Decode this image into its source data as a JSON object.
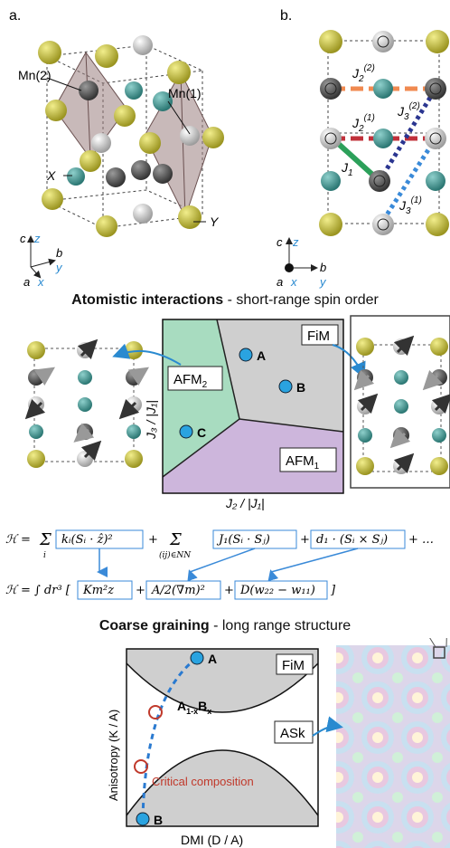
{
  "panel_a": {
    "label": "a.",
    "mn2": "Mn(2)",
    "mn1": "Mn(1)",
    "x_site": "X",
    "y_site": "Y",
    "axes": {
      "c": "c",
      "z": "z",
      "b": "b",
      "y": "y",
      "a": "a",
      "x": "x"
    }
  },
  "panel_b": {
    "label": "b.",
    "j2_2": "J",
    "j2_2_sub": "2",
    "j2_2_sup": "(2)",
    "j2_1": "J",
    "j2_1_sub": "2",
    "j2_1_sup": "(1)",
    "j3_2": "J",
    "j3_2_sub": "3",
    "j3_2_sup": "(2)",
    "j1": "J",
    "j1_sub": "1",
    "j3_1": "J",
    "j3_1_sub": "3",
    "j3_1_sup": "(1)",
    "axes": {
      "c": "c",
      "z": "z",
      "a": "a",
      "x": "x",
      "b": "b",
      "y": "y"
    }
  },
  "section1": {
    "bold": "Atomistic interactions",
    "rest": " - short-range spin order"
  },
  "phase_diagram": {
    "fim": "FiM",
    "afm2": "AFM",
    "afm2_sub": "2",
    "afm1": "AFM",
    "afm1_sub": "1",
    "point_a": "A",
    "point_b": "B",
    "point_c": "C",
    "xlabel": "J₂ / |J₁|",
    "ylabel": "J₃ / |J₁|"
  },
  "equations": {
    "h1": "ℋ = Σᵢ [kᵢ(Sᵢ·ẑ)²] + Σ₍ᵢⱼ₎∈NN [J₁(Sᵢ·Sⱼ)] + [d₁·(Sᵢ×Sⱼ)] + …",
    "h1_lhs": "ℋ = ",
    "h1_sum1": "Σ",
    "h1_sum1_sub": "i",
    "h1_box1": "kᵢ(Sᵢ · ẑ)²",
    "h1_plus1": "+",
    "h1_sum2": "Σ",
    "h1_sum2_sub": "(ij)∈NN",
    "h1_box2": "J₁(Sᵢ · Sⱼ)",
    "h1_plus2": "+",
    "h1_box3": "d₁ · (Sᵢ × Sⱼ)",
    "h1_tail": "+ …",
    "h2_lhs": "ℋ = ∫ dr³ [",
    "h2_box1": "Km²z",
    "h2_plus1": "+",
    "h2_box2": "A/2(∇m)²",
    "h2_plus2": "+",
    "h2_box3": "D(w₂₂ − w₁₁)",
    "h2_end": "]"
  },
  "section2": {
    "bold": "Coarse graining",
    "rest": " - long range structure"
  },
  "composition_diagram": {
    "fim": "FiM",
    "ask": "ASk",
    "point_a": "A",
    "point_b": "B",
    "mix": "A",
    "mix_sub1": "1-x",
    "mix_b": "B",
    "mix_sub2": "x",
    "critical": "Critical composition",
    "xlabel": "DMI (D / A)",
    "ylabel": "Anisotropy (K / A)"
  },
  "colors": {
    "yellow_atom": "#c8c23a",
    "teal_atom": "#3f9a96",
    "dark_atom": "#5a5a5a",
    "light_atom": "#cfcfcf",
    "fim_region": "#cfcfcf",
    "afm2_region": "#a8dcc0",
    "afm1_region": "#cdb6dc",
    "point_blue": "#2aa3e0",
    "critical_red": "#c0392b",
    "j1_green": "#2ca05a",
    "j2_1_red": "#c0303a",
    "j2_2_orange": "#f08a50",
    "j3_2_navy": "#2a3590",
    "j3_1_blue": "#3a8ad8",
    "box_blue": "#3a8ad8"
  }
}
